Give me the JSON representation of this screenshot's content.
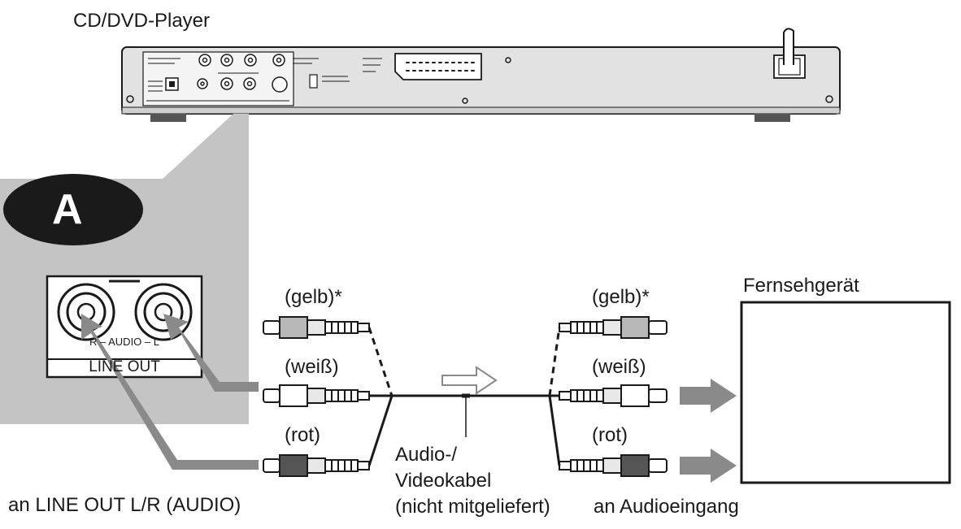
{
  "player": {
    "title": "CD/DVD-Player"
  },
  "callout": {
    "badge": "A",
    "jack_label": "R – AUDIO – L",
    "panel_label": "LINE OUT"
  },
  "cable": {
    "left": {
      "yellow": "(gelb)*",
      "white": "(weiß)",
      "red": "(rot)"
    },
    "right": {
      "yellow": "(gelb)*",
      "white": "(weiß)",
      "red": "(rot)"
    },
    "name_line1": "Audio-/",
    "name_line2": "Videokabel",
    "name_line3": "(nicht mitgeliefert)"
  },
  "tv": {
    "title": "Fernsehgerät"
  },
  "captions": {
    "left": "an LINE OUT L/R (AUDIO)",
    "right": "an Audioeingang"
  },
  "colors": {
    "line": "#1a1a1a",
    "panel_gray": "#c4c4c4",
    "arrow_gray": "#8a8a8a",
    "player_gray": "#dcdcdc"
  }
}
